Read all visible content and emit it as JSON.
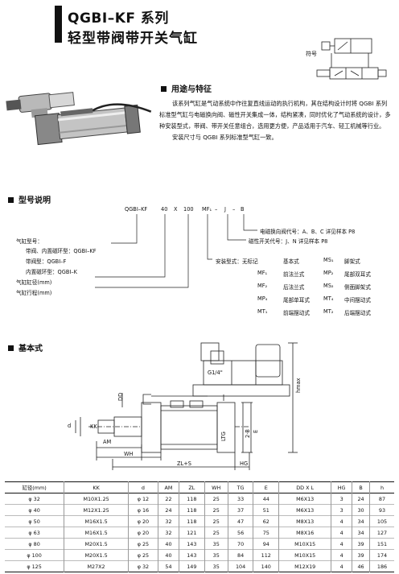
{
  "header": {
    "title_line1": "QGBI–KF 系列",
    "title_line2": "轻型带阀带开关气缸"
  },
  "symbol_label": "符号",
  "sections": {
    "purpose": "用途与特征",
    "model": "型号说明",
    "basic": "基本式"
  },
  "description": {
    "para1": "该系列气缸是气动系统中作往复直线运动的执行机构，其在结构设计时将 QGBI 系列标准型气缸与电磁换向阀、磁性开关集成一体，结构紧凑，同时优化了气动系统的设计，多种安装型式，带阀、带开关任意组合，选用更方便，产品适用于汽车、轻工机械等行业。",
    "para2": "安装尺寸与 QGBI 系列标准型气缸一致。"
  },
  "model_code": {
    "p1": "QGBI–KF",
    "p2": "40",
    "p3": "X",
    "p4": "100",
    "p5": "MF₁",
    "p6": "–",
    "p7": "J",
    "p8": "–",
    "p9": "B",
    "valve_code": "电磁换向阀代号：A、B、C 详见样本 P8",
    "switch_code": "磁性开关代号：J、N 详见样本 P8",
    "left": {
      "type_label": "气缸型号：",
      "type_1": "带阀、内置磁环型：QGBI–KF",
      "type_2": "带阀型：QGBI–F",
      "type_3": "内置磁环型：QGBI–K",
      "bore": "气缸缸径(mm)",
      "stroke": "气缸行程(mm)"
    },
    "mount_label": "安装型式：无标记",
    "mounts": [
      [
        "基本式",
        "MS₁",
        "脚架式"
      ],
      [
        "MF₁",
        "前法兰式",
        "MP₂",
        "尾部双耳式"
      ],
      [
        "MF₂",
        "后法兰式",
        "MS₂",
        "侧面脚架式"
      ],
      [
        "MP₄",
        "尾部单耳式",
        "MT₄",
        "中间摆动式"
      ],
      [
        "MT₁",
        "前端摆动式",
        "MT₂",
        "后端摆动式"
      ]
    ]
  },
  "drawing_labels": {
    "port": "G1/4\"",
    "hmax": "hmax",
    "dd": "DD",
    "kk": "KK",
    "d": "d",
    "am": "AM",
    "wh": "WH",
    "zls": "ZL+S",
    "hg": "HG",
    "ltg": "LTG",
    "e": "E",
    "b": "2-B"
  },
  "table": {
    "headers": [
      "缸径(mm)",
      "KK",
      "d",
      "AM",
      "ZL",
      "WH",
      "TG",
      "E",
      "DD X L",
      "HG",
      "B",
      "h"
    ],
    "rows": [
      [
        "φ 32",
        "M10X1.25",
        "φ 12",
        "22",
        "118",
        "25",
        "33",
        "44",
        "M6X13",
        "3",
        "24",
        "87"
      ],
      [
        "φ 40",
        "M12X1.25",
        "φ 16",
        "24",
        "118",
        "25",
        "37",
        "51",
        "M6X13",
        "3",
        "30",
        "93"
      ],
      [
        "φ 50",
        "M16X1.5",
        "φ 20",
        "32",
        "118",
        "25",
        "47",
        "62",
        "M8X13",
        "4",
        "34",
        "105"
      ],
      [
        "φ 63",
        "M16X1.5",
        "φ 20",
        "32",
        "121",
        "25",
        "56",
        "75",
        "M8X16",
        "4",
        "34",
        "127"
      ],
      [
        "φ 80",
        "M20X1.5",
        "φ 25",
        "40",
        "143",
        "35",
        "70",
        "94",
        "M10X15",
        "4",
        "39",
        "151"
      ],
      [
        "φ 100",
        "M20X1.5",
        "φ 25",
        "40",
        "143",
        "35",
        "84",
        "112",
        "M10X15",
        "4",
        "39",
        "174"
      ],
      [
        "φ 125",
        "M27X2",
        "φ 32",
        "54",
        "149",
        "35",
        "104",
        "140",
        "M12X19",
        "4",
        "46",
        "186"
      ]
    ]
  }
}
